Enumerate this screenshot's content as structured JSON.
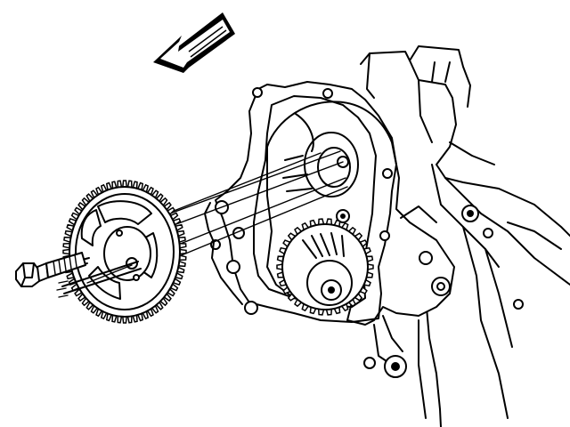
{
  "diagram": {
    "direction_arrow": "front-direction-arrow-icon",
    "parts": [
      "engine-block",
      "front-cover-gasket",
      "timing-cover-plate",
      "camshaft-sprocket",
      "crankshaft-gear",
      "sprocket-bolt",
      "dowel-pins"
    ],
    "colors": {
      "line": "#000000",
      "background": "#ffffff"
    },
    "gear_teeth": 68,
    "crank_gear_teeth": 34
  }
}
